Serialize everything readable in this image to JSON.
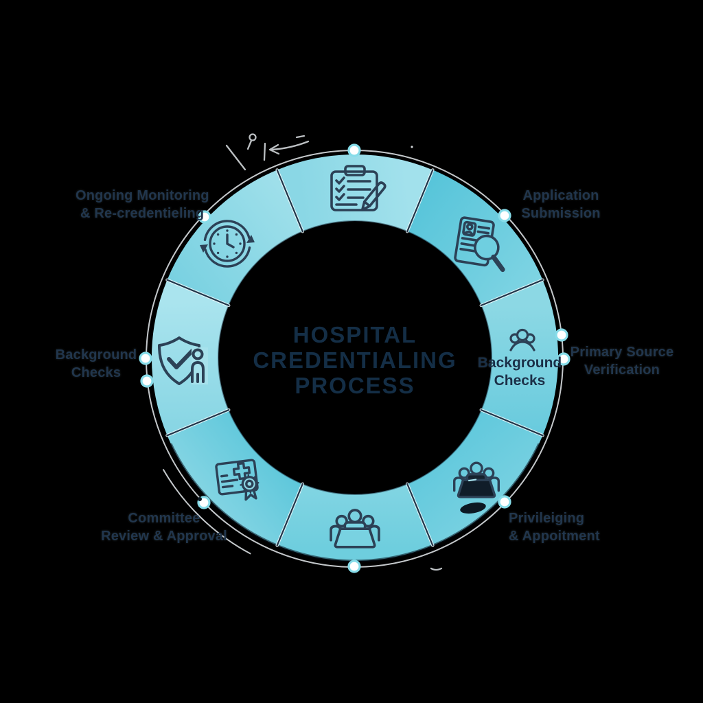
{
  "title": {
    "line1": "HOSPITAL",
    "line2": "CREDENTIALING",
    "line3": "PROCESS"
  },
  "labels": {
    "ongoing_monitoring": {
      "line1": "Ongoing Monitoring",
      "line2": "& Re-credentieling"
    },
    "application_submission": {
      "line1": "Application",
      "line2": "Submission"
    },
    "primary_source_verification": {
      "line1": "Primary Source",
      "line2": "Verification"
    },
    "privileging_appointment": {
      "line1": "Privileiging",
      "line2": "& Appoitment"
    },
    "committee_review_approval": {
      "line1": "Committee",
      "line2": "Review & Approval"
    },
    "background_checks_left": {
      "line1": "Background",
      "line2": "Checks"
    },
    "background_checks_inner": {
      "line1": "Background",
      "line2": "Checks"
    }
  },
  "icons": {
    "top": "clipboard-checklist-pen-icon",
    "top_right": "resume-search-icon",
    "right": "people-group-icon",
    "bottom_right": "meeting-table-filled-icon",
    "bottom": "meeting-table-icon",
    "bottom_left": "medical-certificate-award-icon",
    "left": "shield-check-person-icon",
    "top_left": "clock-refresh-icon"
  },
  "palette": {
    "ring_light": "#a2e1ec",
    "ring_dark": "#5fc8dc",
    "icon_stroke": "#2c4156",
    "title_text": "#142e46",
    "label_text": "#21364d",
    "marker_ring": "#86dce9",
    "guide_line": "#c4c8cb",
    "background": "#000000"
  }
}
